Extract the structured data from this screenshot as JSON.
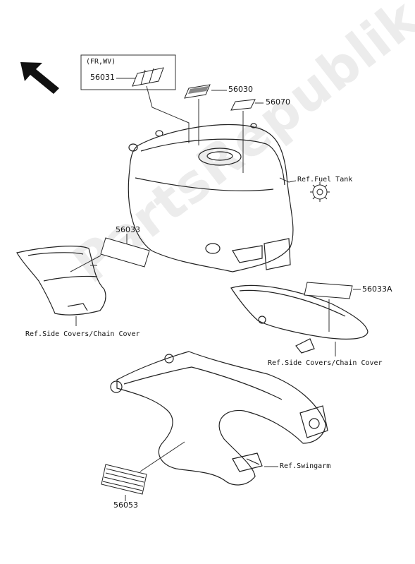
{
  "watermark": "PartsRepublik",
  "variant_box": {
    "label": "(FR,WV)",
    "part": "56031"
  },
  "parts": {
    "p56030": "56030",
    "p56070": "56070",
    "p56033": "56033",
    "p56033A": "56033A",
    "p56053": "56053"
  },
  "refs": {
    "fuel_tank": "Ref.Fuel Tank",
    "side_covers_left": "Ref.Side Covers/Chain Cover",
    "side_covers_right": "Ref.Side Covers/Chain Cover",
    "swingarm": "Ref.Swingarm"
  },
  "icons": {
    "direction": "front-direction-arrow-icon",
    "gear": "gear-icon"
  }
}
